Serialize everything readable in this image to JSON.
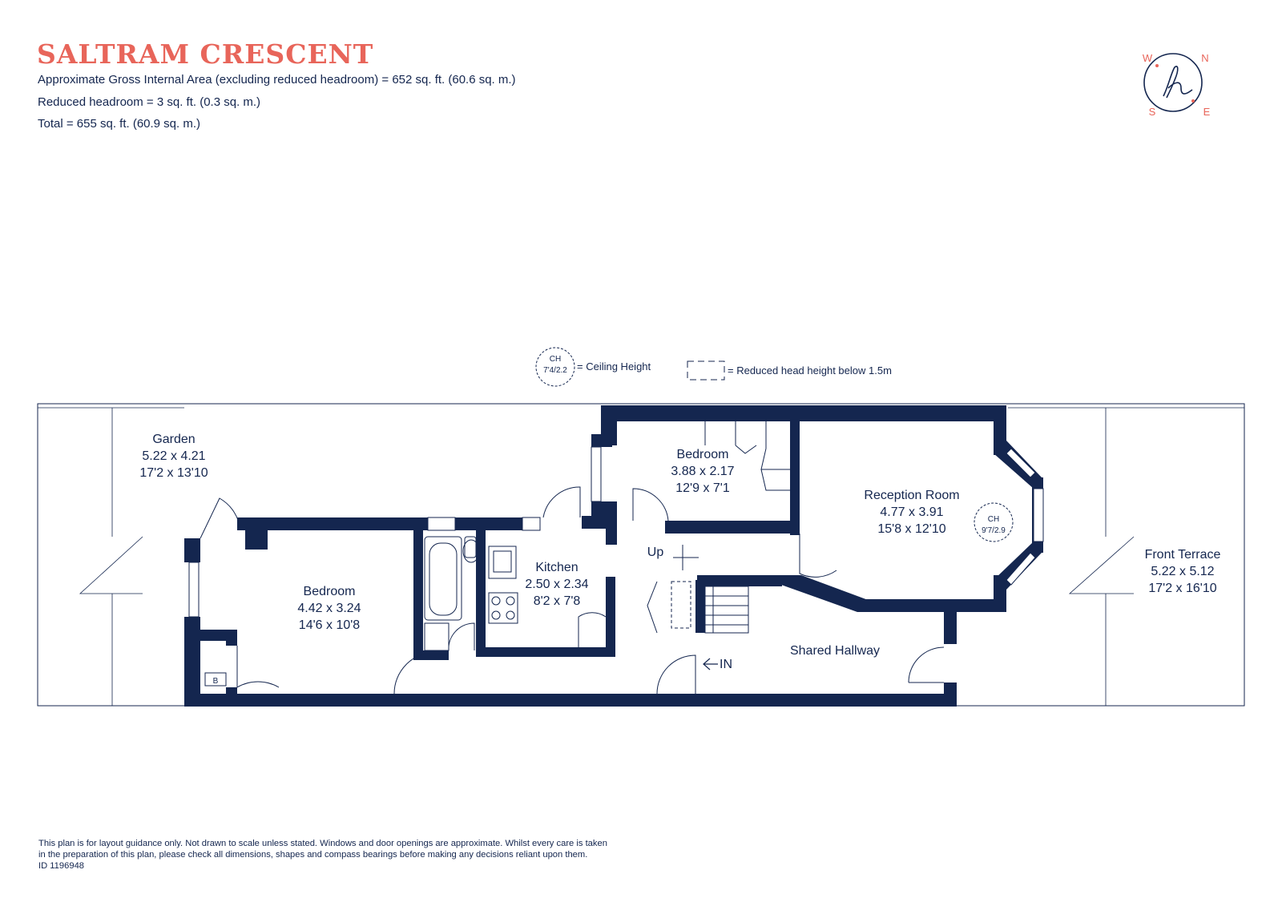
{
  "header": {
    "title": "SALTRAM CRESCENT",
    "gross_area": "Approximate Gross Internal Area (excluding reduced headroom)  = 652 sq. ft. (60.6 sq. m.)",
    "reduced_headroom": "Reduced headroom = 3 sq. ft. (0.3 sq. m.)",
    "total": "Total =  655 sq. ft. (60.9 sq. m.)"
  },
  "compass": {
    "w": "W",
    "n": "N",
    "s": "S",
    "e": "E",
    "logo": "h"
  },
  "legend": {
    "ch_label": "CH",
    "ch_value": "7'4/2.2",
    "ch_text": "= Ceiling Height",
    "reduced_text": "= Reduced head height below 1.5m"
  },
  "rooms": {
    "garden": {
      "name": "Garden",
      "metric": "5.22 x 4.21",
      "imperial": "17'2 x 13'10"
    },
    "bedroom_upper": {
      "name": "Bedroom",
      "metric": "3.88 x 2.17",
      "imperial": "12'9 x 7'1"
    },
    "reception": {
      "name": "Reception Room",
      "metric": "4.77 x 3.91",
      "imperial": "15'8 x 12'10",
      "ch_label": "CH",
      "ch_value": "9'7/2.9"
    },
    "front_terrace": {
      "name": "Front Terrace",
      "metric": "5.22 x 5.12",
      "imperial": "17'2 x 16'10"
    },
    "bedroom_lower": {
      "name": "Bedroom",
      "metric": "4.42 x 3.24",
      "imperial": "14'6 x 10'8"
    },
    "kitchen": {
      "name": "Kitchen",
      "metric": "2.50 x 2.34",
      "imperial": "8'2 x 7'8"
    },
    "shared_hallway": {
      "name": "Shared Hallway"
    }
  },
  "labels": {
    "up": "Up",
    "in": "IN",
    "boiler": "B"
  },
  "colors": {
    "wall": "#14264f",
    "accent": "#e8655a"
  },
  "footer": {
    "line1": "This plan is for layout guidance only. Not drawn to scale unless stated. Windows and door openings are approximate. Whilst every care is taken",
    "line2": "in the preparation of this plan, please check all dimensions, shapes and compass bearings before making any decisions reliant upon them.",
    "id": "ID 1196948"
  }
}
